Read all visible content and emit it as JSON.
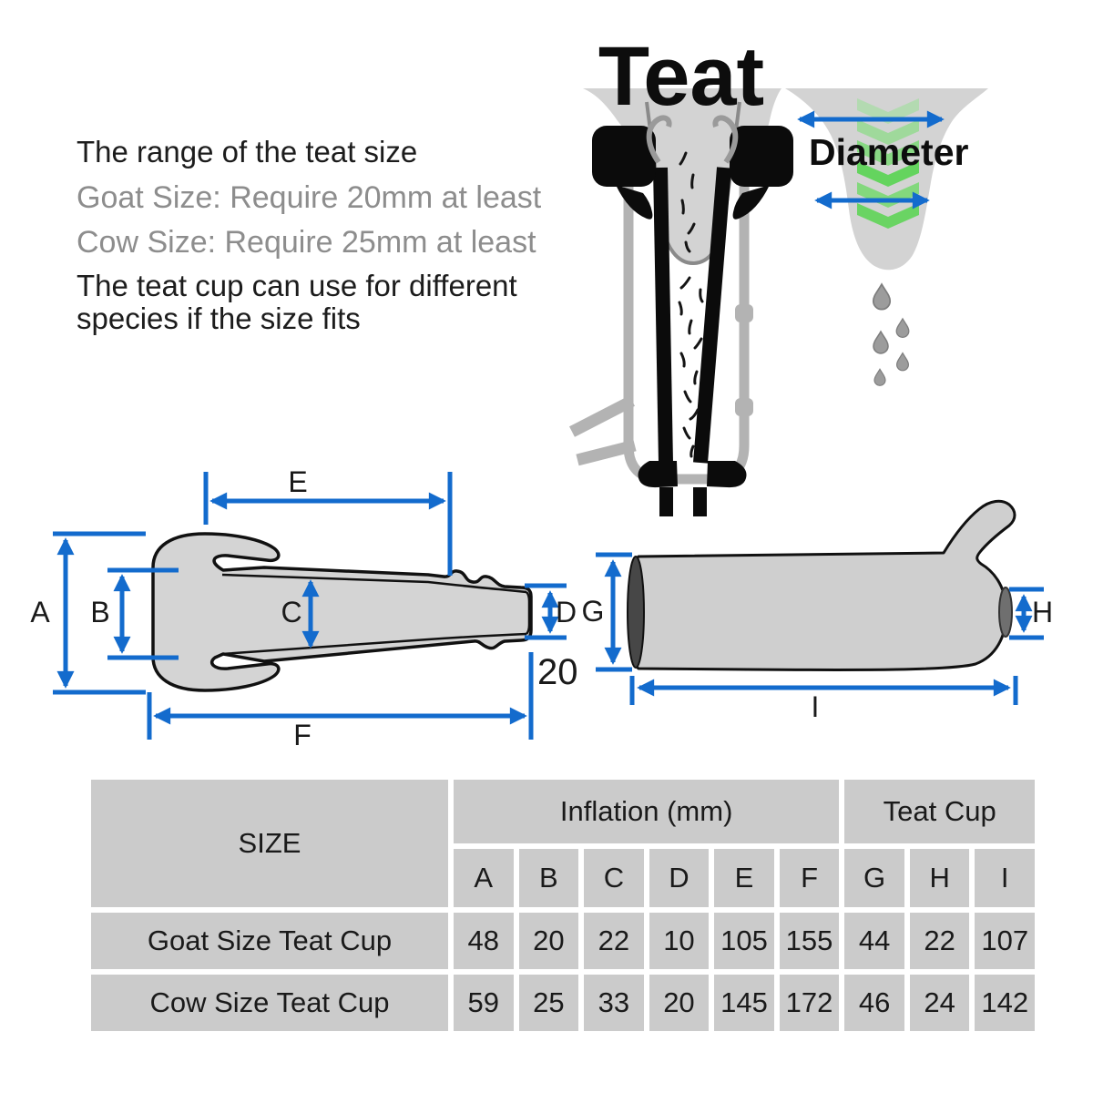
{
  "info": {
    "heading": "The range of the teat size",
    "goat_note": "Goat Size: Require 20mm at least",
    "cow_note": "Cow Size: Require 25mm at least",
    "para_line1": "The teat cup can use for different",
    "para_line2": "species if the size fits"
  },
  "diagram": {
    "teat_title": "Teat",
    "diameter_label": "Diameter",
    "tube_end_value": "20",
    "dims": {
      "A": "A",
      "B": "B",
      "C": "C",
      "D": "D",
      "E": "E",
      "F": "F",
      "G": "G",
      "H": "H",
      "I": "I"
    }
  },
  "colors": {
    "dimension_blue": "#136bcd",
    "chevron_green": "#5ed457",
    "diagram_fill_gray": "#d3d3d3",
    "shell_gray": "#b3b3b3",
    "table_cell_gray": "#cbcbcb",
    "note_text_gray": "#8d8d8d"
  },
  "table": {
    "size_header": "SIZE",
    "group_headers": {
      "inflation": "Inflation (mm)",
      "teat_cup": "Teat Cup"
    },
    "columns": [
      "A",
      "B",
      "C",
      "D",
      "E",
      "F",
      "G",
      "H",
      "I"
    ],
    "rows": [
      {
        "label": "Goat Size Teat Cup",
        "values": [
          "48",
          "20",
          "22",
          "10",
          "105",
          "155",
          "44",
          "22",
          "107"
        ]
      },
      {
        "label": "Cow Size Teat Cup",
        "values": [
          "59",
          "25",
          "33",
          "20",
          "145",
          "172",
          "46",
          "24",
          "142"
        ]
      }
    ]
  }
}
